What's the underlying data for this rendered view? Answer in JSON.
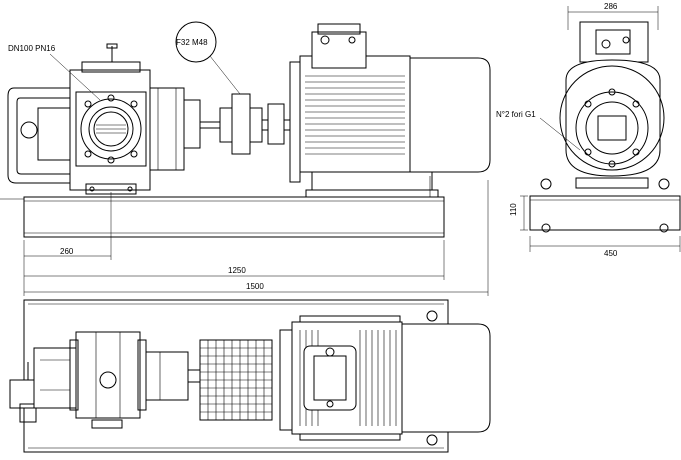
{
  "labels": {
    "flange_top": "DN100 PN16",
    "coupling": "F32 M48",
    "width_top": "286",
    "port": "N°2 fori G1",
    "height_right": "110",
    "width_bottom": "450",
    "dim_260": "260",
    "dim_1250": "1250",
    "dim_1500": "1500"
  }
}
